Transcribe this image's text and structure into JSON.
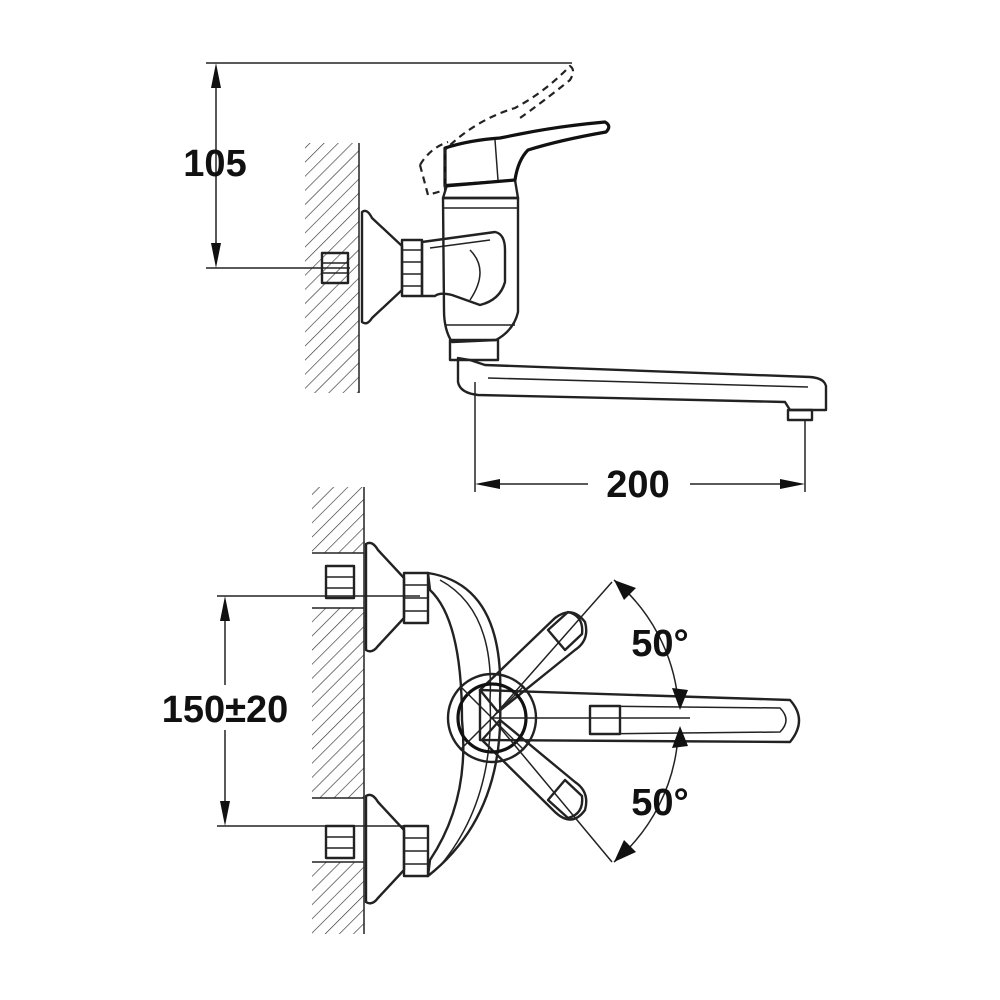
{
  "dimensions": {
    "handle_height": "105",
    "spout_reach": "200",
    "inlet_spacing": "150±20",
    "angle_upper": "50°",
    "angle_lower": "50°"
  }
}
